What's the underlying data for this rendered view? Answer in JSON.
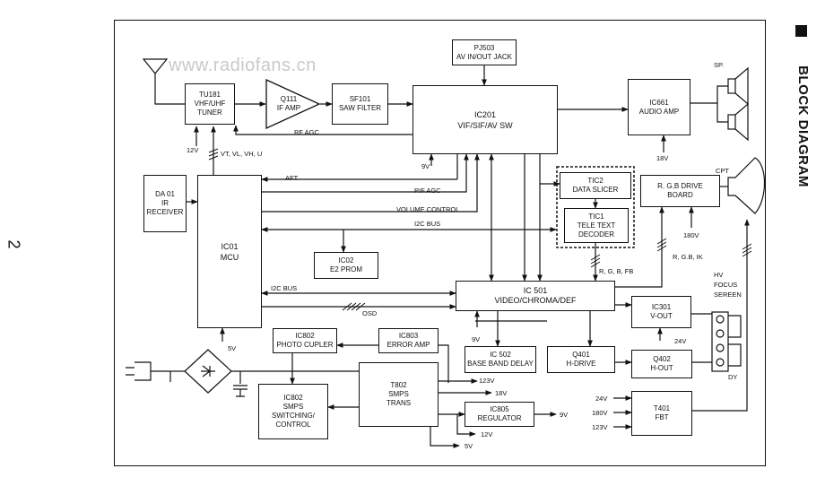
{
  "watermark": "www.radiofans.cn",
  "title": "BLOCK DIAGRAM",
  "page_number": "2",
  "blocks": {
    "pj503": [
      "PJ503",
      "AV IN/OUT JACK"
    ],
    "tu181": [
      "TU181",
      "VHF/UHF",
      "TUNER"
    ],
    "q111": [
      "Q111",
      "IF AMP"
    ],
    "sf101": [
      "SF101",
      "SAW FILTER"
    ],
    "ic201": [
      "IC201",
      "VIF/SIF/AV SW"
    ],
    "ic661": [
      "IC661",
      "AUDIO AMP"
    ],
    "da01": [
      "DA 01",
      "IR",
      "RECEIVER"
    ],
    "ic01": [
      "IC01",
      "MCU"
    ],
    "ic02": [
      "IC02",
      "E2 PROM"
    ],
    "tic2": [
      "TIC2",
      "DATA SLICER"
    ],
    "tic1": [
      "TIC1",
      "TELE TEXT",
      "DECODER"
    ],
    "rgb_drive": [
      "R. G.B DRIVE",
      "BOARD"
    ],
    "ic501": [
      "IC 501",
      "VIDEO/CHROMA/DEF"
    ],
    "ic301": [
      "IC301",
      "V-OUT"
    ],
    "ic802a": [
      "IC802",
      "PHOTO CUPLER"
    ],
    "ic803": [
      "IC803",
      "ERROR AMP"
    ],
    "ic502": [
      "IC 502",
      "BASE BAND DELAY"
    ],
    "q401": [
      "Q401",
      "H-DRIVE"
    ],
    "q402": [
      "Q402",
      "H-OUT"
    ],
    "ic802b": [
      "IC802",
      "SMPS",
      "SWITCHING/",
      "CONTROL"
    ],
    "t802": [
      "T802",
      "SMPS",
      "TRANS"
    ],
    "ic805": [
      "IC805",
      "REGULATOR"
    ],
    "t401": [
      "T401",
      "FBT"
    ]
  },
  "labels": {
    "sp": "SP.",
    "cpt": "CPT",
    "v12_tuner": "12V",
    "vt": "VT, VL, VH, U",
    "rf_agc": "RF AGC",
    "v9_ic201": "9V",
    "v18_audio": "18V",
    "aft": "AFT",
    "pif_agc": "PIF AGC",
    "volume_control": "VOLUME CONTROL",
    "i2c_bus_top": "I2C BUS",
    "v180_rgb": "180V",
    "rgb_fb": "R, G, B, FB",
    "rgb_ik": "R, G.B, IK",
    "hv": "HV",
    "focus": "FOCUS",
    "sereen": "SEREEN",
    "i2c_bus_mid": "I2C BUS",
    "osd": "OSD",
    "v5_mcu": "5V",
    "v9_ic501": "9V",
    "v24_vout": "24V",
    "dy": "DY",
    "v123_a": "123V",
    "v18_b": "18V",
    "v9_reg": "9V",
    "v12_b": "12V",
    "v5_b": "5V",
    "v24_fbt": "24V",
    "v180_fbt": "180V",
    "v123_fbt": "123V"
  }
}
